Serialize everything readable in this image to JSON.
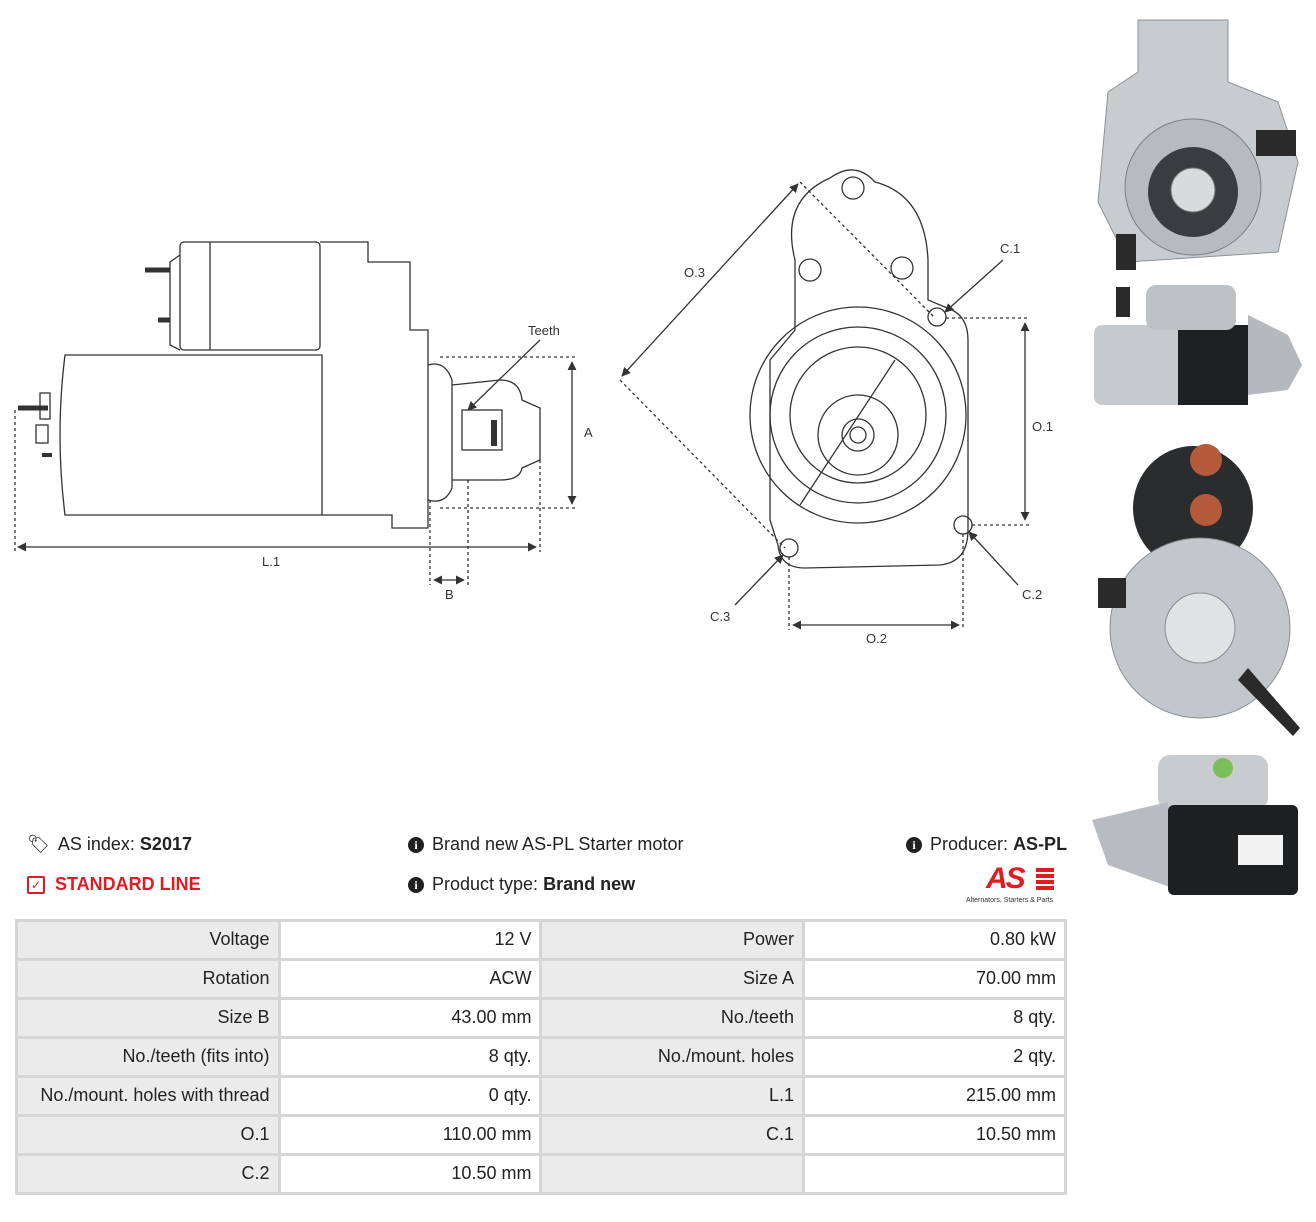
{
  "diagram": {
    "labels": {
      "teeth": "Teeth",
      "a": "A",
      "l1": "L.1",
      "b": "B",
      "o3": "O.3",
      "c1": "C.1",
      "o1": "O.1",
      "c2": "C.2",
      "c3": "C.3",
      "o2": "O.2"
    }
  },
  "photos": [
    {
      "icon": "starter-front-view"
    },
    {
      "icon": "starter-side-view"
    },
    {
      "icon": "starter-rear-view"
    },
    {
      "icon": "starter-labeled-side-view"
    }
  ],
  "info": {
    "as_index_label": "AS index:",
    "as_index_value": "S2017",
    "line_label": "STANDARD LINE",
    "brand_text": "Brand new AS-PL Starter motor",
    "product_type_label": "Product type:",
    "product_type_value": "Brand new",
    "producer_label": "Producer:",
    "producer_value": "AS-PL",
    "logo_text": "AS",
    "logo_tagline": "Alternators, Starters & Parts"
  },
  "colors": {
    "accent": "#e11b22",
    "label_bg": "#ebebeb",
    "border": "#d6d6d6"
  },
  "specs": [
    [
      {
        "label": "Voltage",
        "value": "12 V"
      },
      {
        "label": "Power",
        "value": "0.80 kW"
      }
    ],
    [
      {
        "label": "Rotation",
        "value": "ACW"
      },
      {
        "label": "Size A",
        "value": "70.00 mm"
      }
    ],
    [
      {
        "label": "Size B",
        "value": "43.00 mm"
      },
      {
        "label": "No./teeth",
        "value": "8 qty."
      }
    ],
    [
      {
        "label": "No./teeth (fits into)",
        "value": "8 qty."
      },
      {
        "label": "No./mount. holes",
        "value": "2 qty."
      }
    ],
    [
      {
        "label": "No./mount. holes with thread",
        "value": "0 qty."
      },
      {
        "label": "L.1",
        "value": "215.00 mm"
      }
    ],
    [
      {
        "label": "O.1",
        "value": "110.00 mm"
      },
      {
        "label": "C.1",
        "value": "10.50 mm"
      }
    ],
    [
      {
        "label": "C.2",
        "value": "10.50 mm"
      },
      {
        "label": "",
        "value": ""
      }
    ]
  ]
}
